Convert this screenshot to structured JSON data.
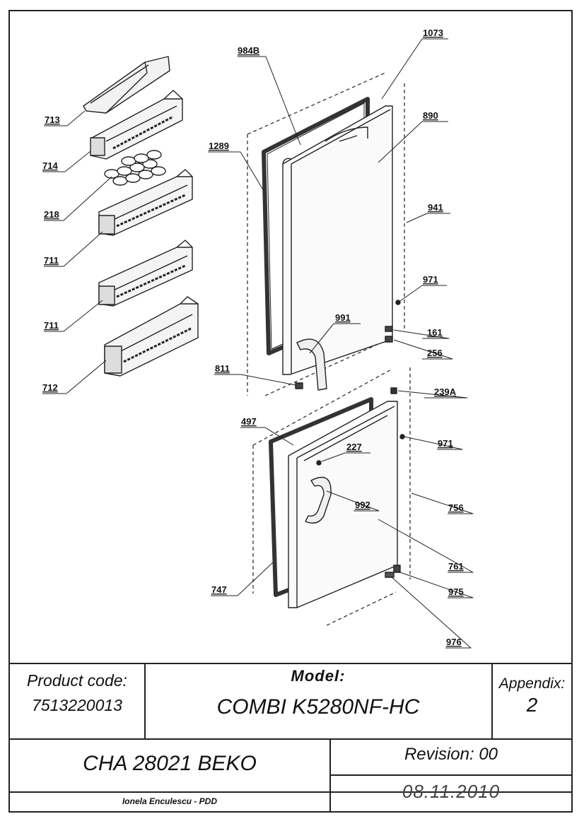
{
  "callouts": [
    "1073",
    "984B",
    "890",
    "713",
    "714",
    "1289",
    "218",
    "941",
    "711",
    "711",
    "971",
    "991",
    "161",
    "256",
    "712",
    "811",
    "239A",
    "497",
    "227",
    "971",
    "992",
    "756",
    "761",
    "747",
    "975",
    "976"
  ],
  "title_block": {
    "product_code_label": "Product code:",
    "product_code": "7513220013",
    "model_label": "Model:",
    "model": "COMBI K5280NF-HC",
    "appendix_label": "Appendix:",
    "appendix": "2",
    "chassis": "CHA 28021 BEKO",
    "revision": "Revision: 00",
    "author": "Ionela Enculescu - PDD",
    "date": "08.11.2010"
  }
}
